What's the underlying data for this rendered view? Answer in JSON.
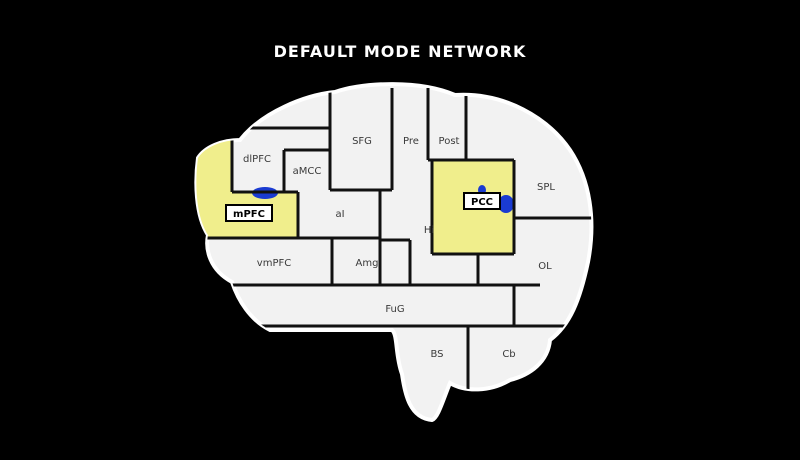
{
  "title": "DEFAULT MODE NETWORK",
  "colors": {
    "background": "#000000",
    "brain_fill": "#f2f2f2",
    "divider": "#111111",
    "highlight": "#f0ee8c",
    "blob": "#1a3bd1"
  },
  "regions": {
    "dlpfc": "dlPFC",
    "amcc": "aMCC",
    "sfg": "SFG",
    "pre": "Pre",
    "post": "Post",
    "spl": "SPL",
    "ai": "aI",
    "hi": "Hi",
    "vmpfc": "vmPFC",
    "amg": "Amg",
    "ol": "OL",
    "fug": "FuG",
    "bs": "BS",
    "cb": "Cb"
  },
  "highlights": {
    "mpfc": "mPFC",
    "pcc": "PCC"
  }
}
